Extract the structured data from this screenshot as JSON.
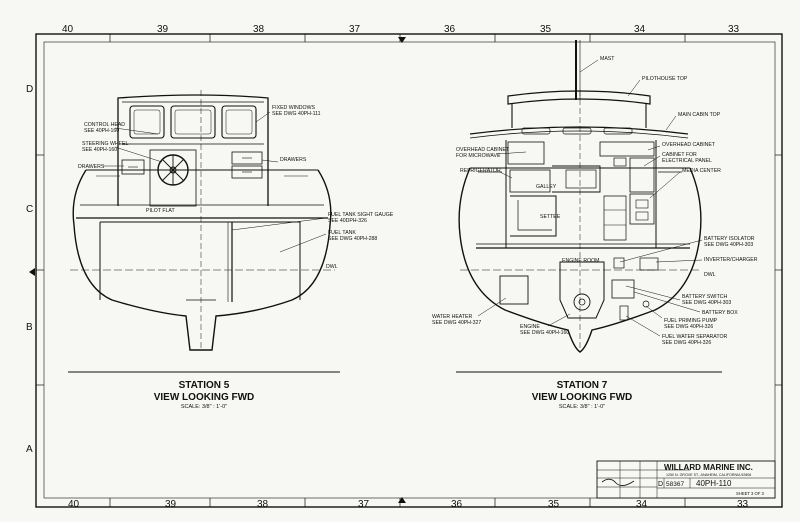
{
  "grid_top": [
    "40",
    "39",
    "38",
    "37",
    "36",
    "35",
    "34",
    "33"
  ],
  "grid_bottom": [
    "40",
    "39",
    "38",
    "37",
    "36",
    "35",
    "34",
    "33"
  ],
  "grid_side": [
    "D",
    "C",
    "B",
    "A"
  ],
  "left_view": {
    "title": "STATION 5",
    "subtitle": "VIEW LOOKING FWD",
    "scale": "SCALE: 3/8\" : 1'-0\"",
    "labels": {
      "control_head": [
        "CONTROL HEAD",
        "SEE 40PH-160"
      ],
      "steering_wheel": [
        "STEERING WHEEL",
        "SEE 40PH-160"
      ],
      "drawers_left": "DRAWERS",
      "fixed_windows": [
        "FIXED WINDOWS",
        "SEE DWG 40PH-111"
      ],
      "drawers_right": "DRAWERS",
      "pilot_flat": "PILOT FLAT",
      "fuel_gauge": [
        "FUEL TANK SIGHT GAUGE",
        "SEE 40DPH-326"
      ],
      "fuel_tank": [
        "FUEL TANK",
        "SEE DWG 40PH-288"
      ],
      "dwl": "DWL"
    }
  },
  "right_view": {
    "title": "STATION 7",
    "subtitle": "VIEW LOOKING FWD",
    "scale": "SCALE: 3/8\" : 1'-0\"",
    "labels": {
      "mast": "MAST",
      "pilothouse_top": "PILOTHOUSE TOP",
      "main_cabin_top": "MAIN CABIN TOP",
      "overhead_cabinet": "OVERHEAD CABINET",
      "overhead_micro": [
        "OVERHEAD CABINET",
        "FOR MICROWAVE"
      ],
      "cabinet_panel": [
        "CABINET FOR",
        "ELECTRICAL PANEL"
      ],
      "refrigerator": "REFRIGERATOR",
      "media_center": "MEDIA CENTER",
      "galley": "GALLEY",
      "settee": "SETTEE",
      "battery_isolator": [
        "BATTERY ISOLATOR",
        "SEE DWG 40PH-303"
      ],
      "engine_room": "ENGINE ROOM",
      "inverter": "INVERTER/CHARGER",
      "dwl": "DWL",
      "battery_switch": [
        "BATTERY SWITCH",
        "SEE DWG 40PH-303"
      ],
      "battery_box": "BATTERY BOX",
      "water_heater": [
        "WATER HEATER",
        "SEE DWG 40PH-327"
      ],
      "priming_pump": [
        "FUEL PRIMING PUMP",
        "SEE DWG 40PH-326"
      ],
      "engine": [
        "ENGINE",
        "SEE DWG 40PH-160"
      ],
      "water_separator": [
        "FUEL WATER SEPARATOR",
        "SEE DWG 40PH-326"
      ]
    }
  },
  "title_block": {
    "company": "WILLARD MARINE INC.",
    "address": "1250 N. GROVE ST., ANAHEIM, CALIFORNIA 92806",
    "size": "D",
    "code": "58367",
    "dwg_no": "40PH-110",
    "sheet": "SHEET 3 OF 3"
  }
}
